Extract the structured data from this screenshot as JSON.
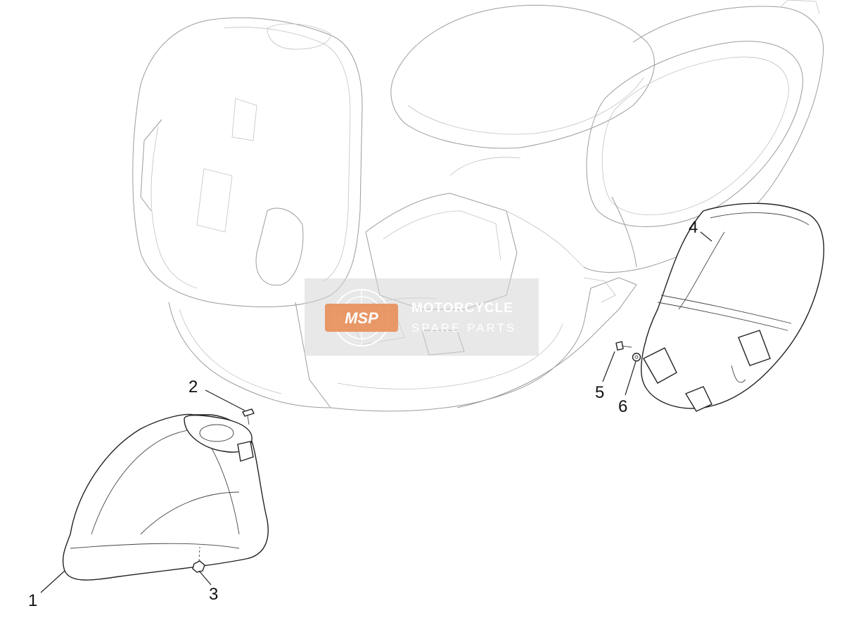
{
  "diagram": {
    "callouts": [
      {
        "id": "1",
        "label": "1"
      },
      {
        "id": "2",
        "label": "2"
      },
      {
        "id": "3",
        "label": "3"
      },
      {
        "id": "4",
        "label": "4"
      },
      {
        "id": "5",
        "label": "5"
      },
      {
        "id": "6",
        "label": "6"
      }
    ]
  },
  "watermark": {
    "logo_text": "MSP",
    "line1": "MOTORCYCLE",
    "line2": "SPARE PARTS",
    "accent_color": "#e8884f"
  }
}
